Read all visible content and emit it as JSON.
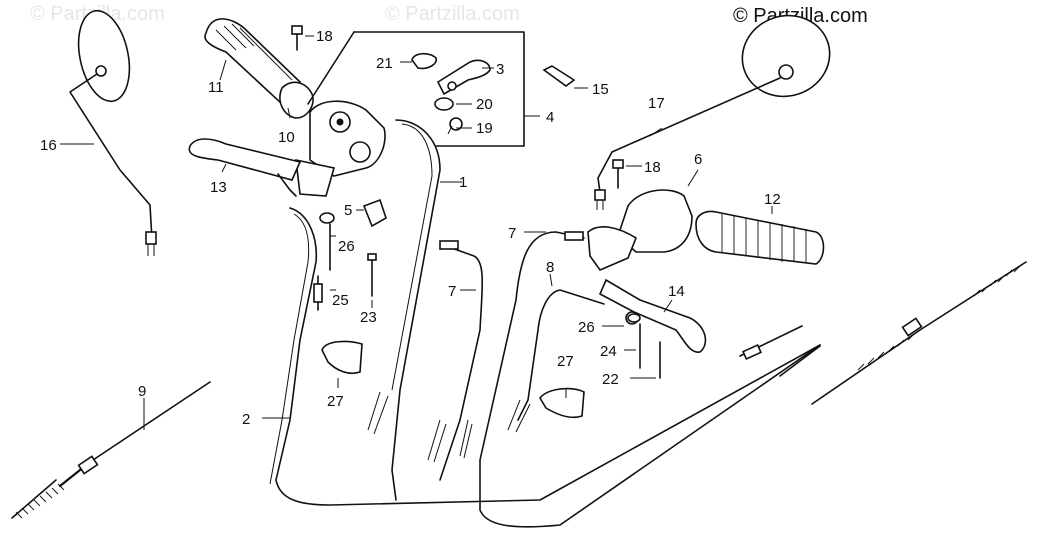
{
  "watermark": {
    "faint_text_1": "© Partzilla.com",
    "faint_text_2": "© Partzilla.com",
    "copyright": "© Partzilla.com"
  },
  "callouts": {
    "c1": "1",
    "c2": "2",
    "c3": "3",
    "c4": "4",
    "c5": "5",
    "c6": "6",
    "c7a": "7",
    "c7b": "7",
    "c8": "8",
    "c9": "9",
    "c10": "10",
    "c11": "11",
    "c12": "12",
    "c13": "13",
    "c14": "14",
    "c15": "15",
    "c16": "16",
    "c17": "17",
    "c18a": "18",
    "c18b": "18",
    "c19": "19",
    "c20": "20",
    "c21": "21",
    "c22": "22",
    "c23": "23",
    "c24": "24",
    "c25": "25",
    "c26a": "26",
    "c26b": "26",
    "c27a": "27",
    "c27b": "27"
  }
}
